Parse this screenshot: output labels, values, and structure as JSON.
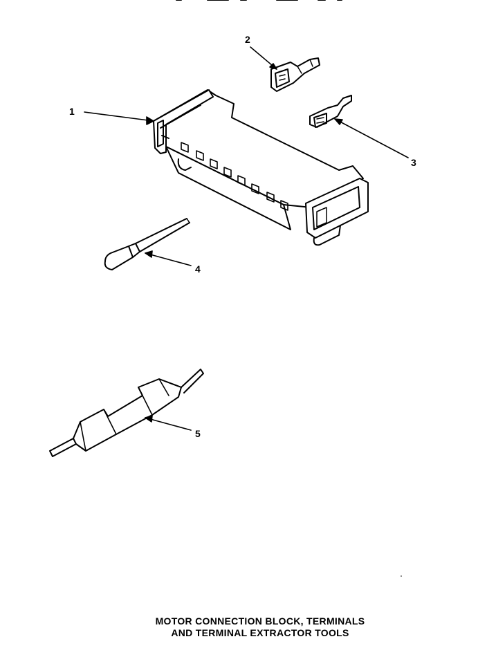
{
  "callouts": [
    {
      "number": "1"
    },
    {
      "number": "2"
    },
    {
      "number": "3"
    },
    {
      "number": "4"
    },
    {
      "number": "5"
    }
  ],
  "caption": {
    "line1": "MOTOR CONNECTION BLOCK, TERMINALS",
    "line2": "AND TERMINAL EXTRACTOR TOOLS"
  },
  "colors": {
    "ink": "#000000",
    "paper": "#ffffff"
  }
}
